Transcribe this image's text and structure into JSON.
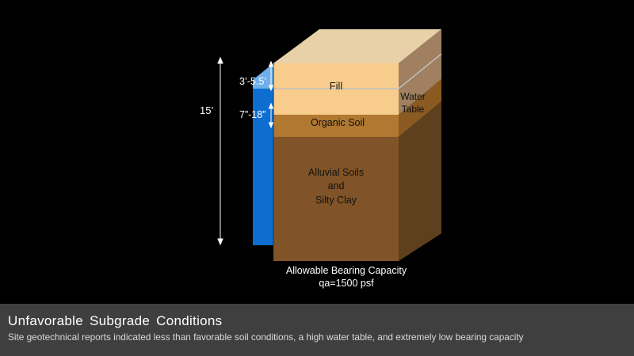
{
  "diagram": {
    "layers": {
      "fill": "Fill",
      "organic": "Organic Soil",
      "alluvial": [
        "Alluvial Soils",
        "and",
        "Silty Clay"
      ]
    },
    "water_table_label": [
      "Water",
      "Table"
    ],
    "dimensions": {
      "total_depth": "15’",
      "fill_depth": "3’-5.5’",
      "organic_depth": "7”-18”"
    },
    "bearing": {
      "line1": "Allowable Bearing Capacity",
      "line2": "qa=1500 psf"
    },
    "colors": {
      "fill_front": "#f8cc8c",
      "fill_top": "#e8d1a8",
      "fill_side": "#a08060",
      "organic": "#b07830",
      "alluvial_front": "#805428",
      "alluvial_side": "#5e3f1e",
      "water_column": "#1070d0"
    }
  },
  "caption": {
    "title": "Unfavorable Subgrade Conditions",
    "subtitle": "Site geotechnical reports indicated less than favorable soil conditions, a high water table, and extremely low bearing capacity"
  }
}
